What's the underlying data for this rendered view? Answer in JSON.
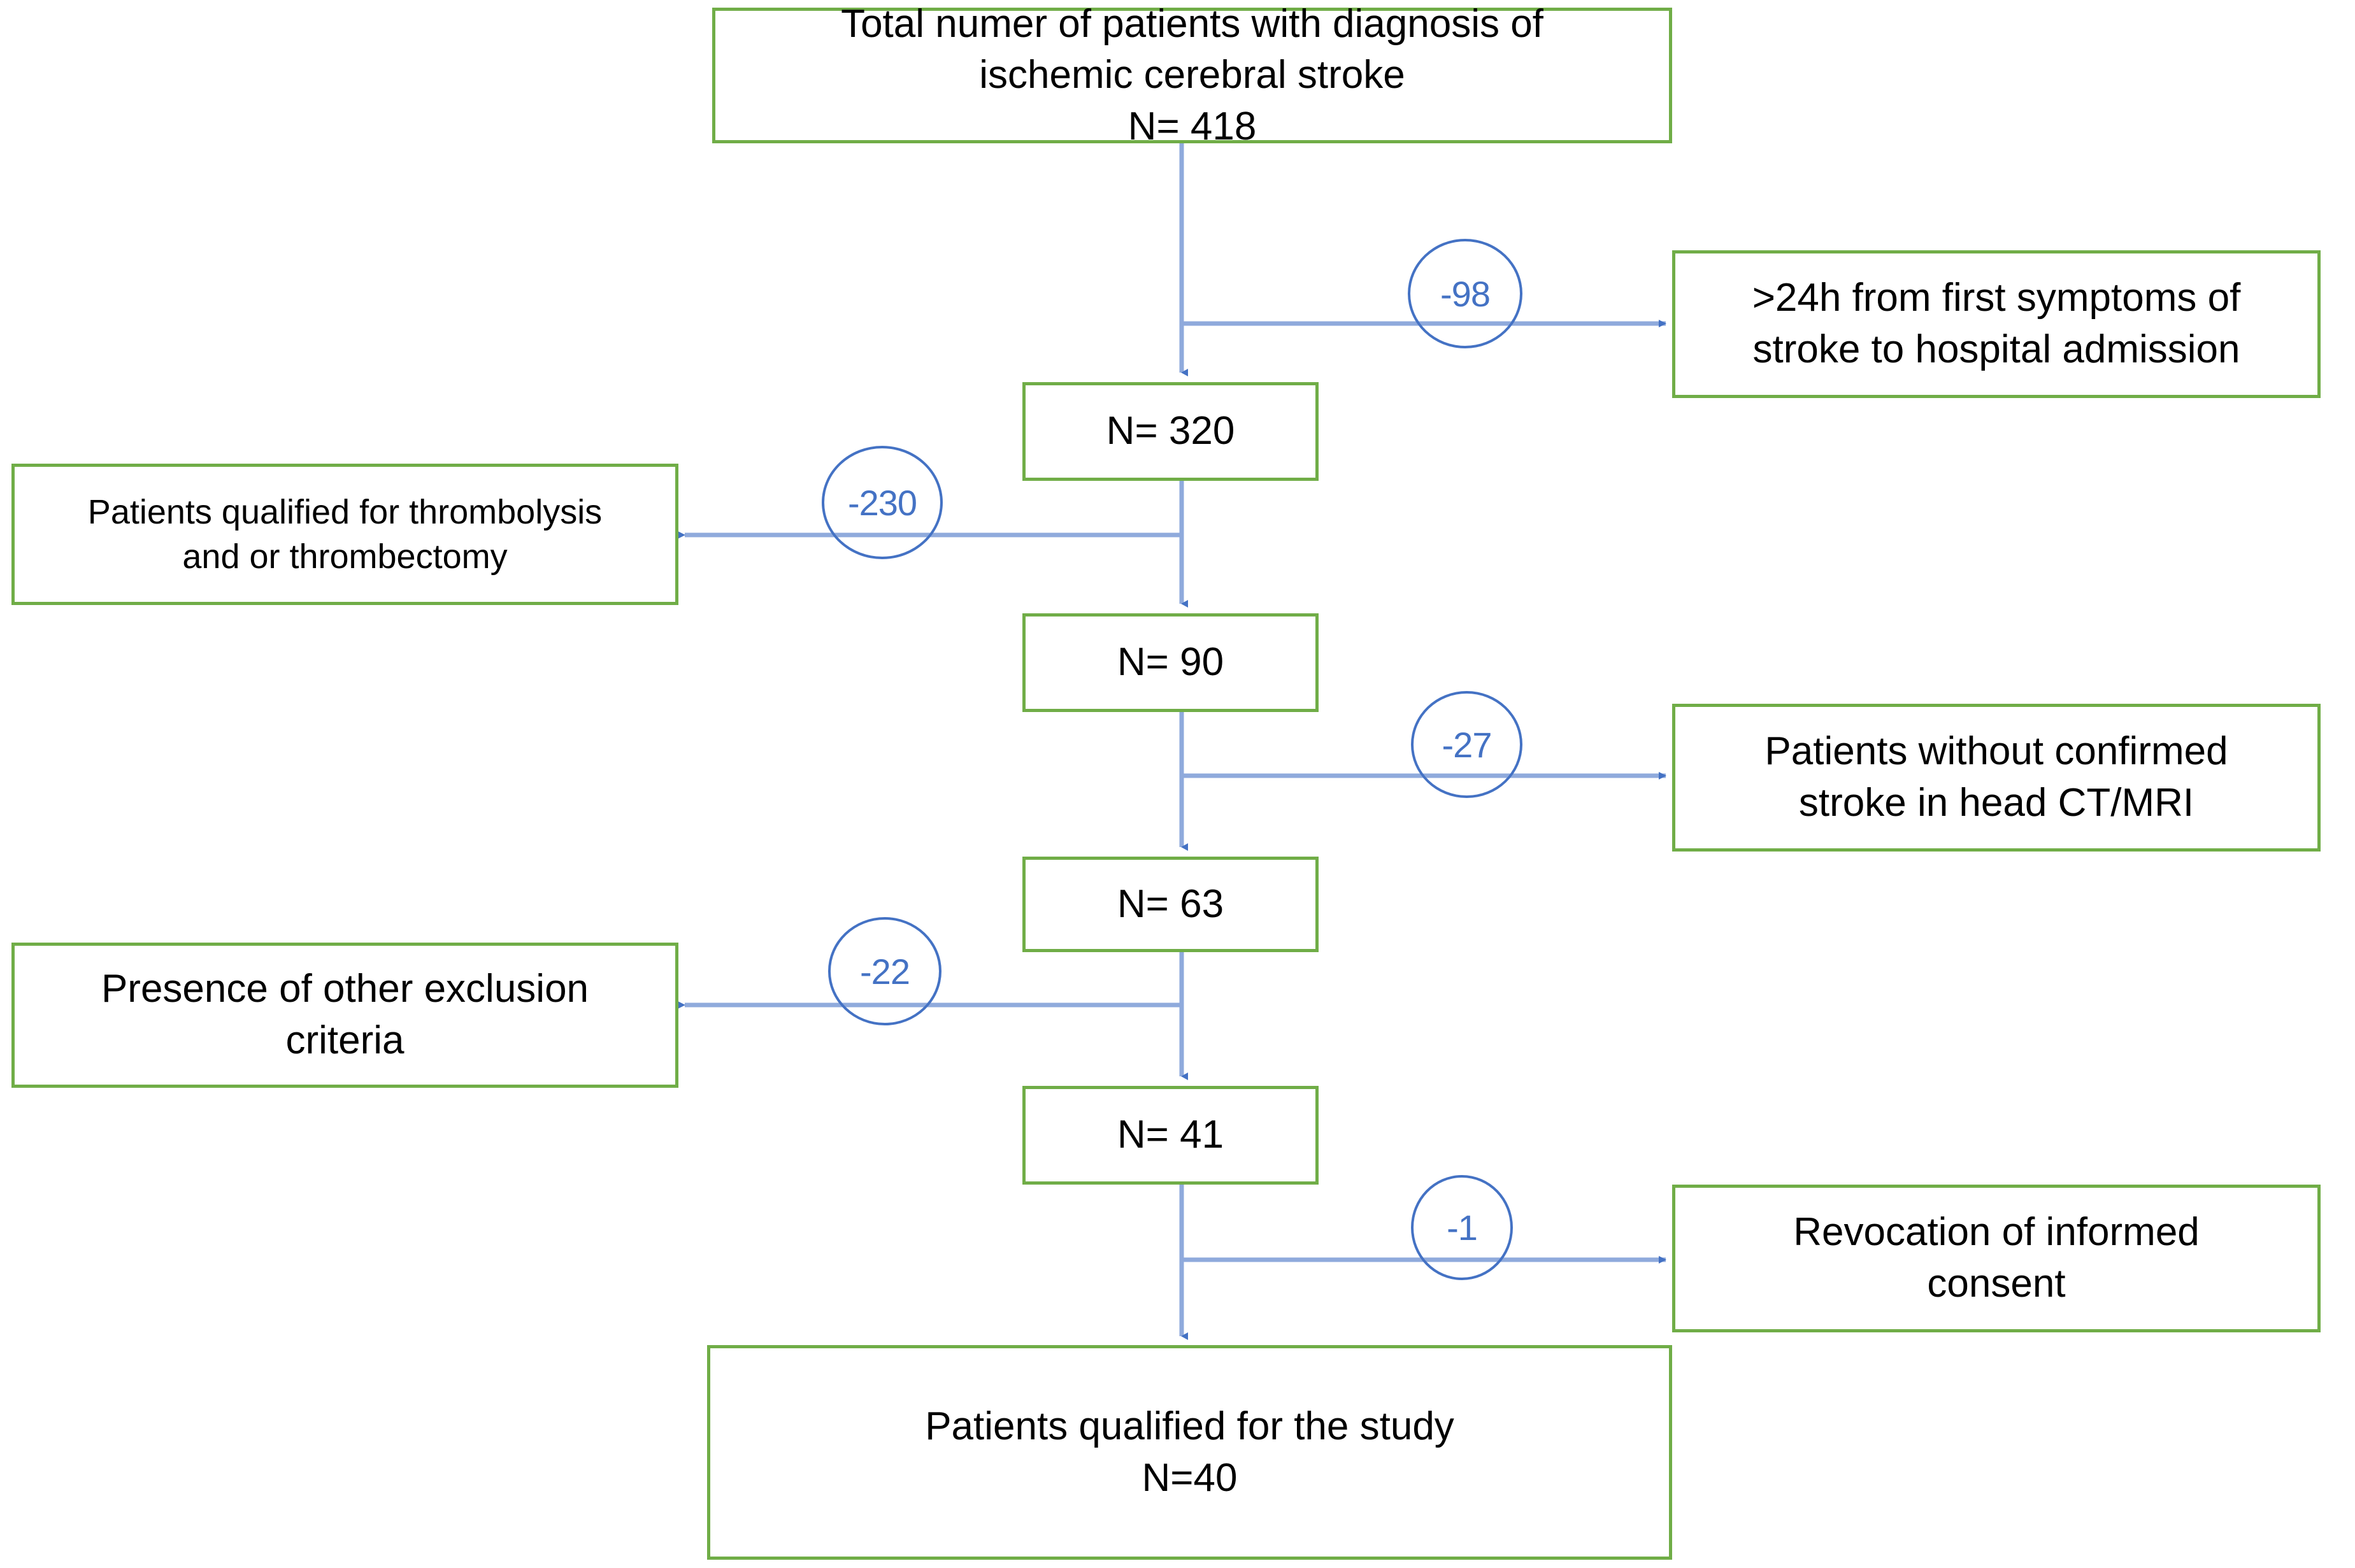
{
  "diagram": {
    "title": "Patient selection flow diagram",
    "colors": {
      "box_border": "#70ad47",
      "connector": "#8faadc",
      "arrowhead": "#4472c4",
      "badge_stroke": "#4472c4",
      "badge_text": "#4472c4",
      "text": "#000000",
      "background": "#ffffff"
    },
    "nodes": {
      "total": {
        "line1": "Total numer of patients with diagnosis of",
        "line2": "ischemic cerebral stroke",
        "line3": "N= 418"
      },
      "n320": {
        "label": "N= 320"
      },
      "n90": {
        "label": "N= 90"
      },
      "n63": {
        "label": "N= 63"
      },
      "n41": {
        "label": "N= 41"
      },
      "final": {
        "line1": "Patients qualified for the study",
        "line2": "N=40"
      }
    },
    "exclusions": [
      {
        "badge": "-98",
        "side": "right",
        "line1": ">24h from first symptoms of",
        "line2": "stroke to hospital admission"
      },
      {
        "badge": "-230",
        "side": "left",
        "line1": "Patients qualified for thrombolysis",
        "line2": "and or thrombectomy"
      },
      {
        "badge": "-27",
        "side": "right",
        "line1": "Patients without confirmed",
        "line2": "stroke in head CT/MRI"
      },
      {
        "badge": "-22",
        "side": "left",
        "line1": "Presence of other exclusion",
        "line2": "criteria"
      },
      {
        "badge": "-1",
        "side": "right",
        "line1": "Revocation of informed",
        "line2": "consent"
      }
    ]
  }
}
